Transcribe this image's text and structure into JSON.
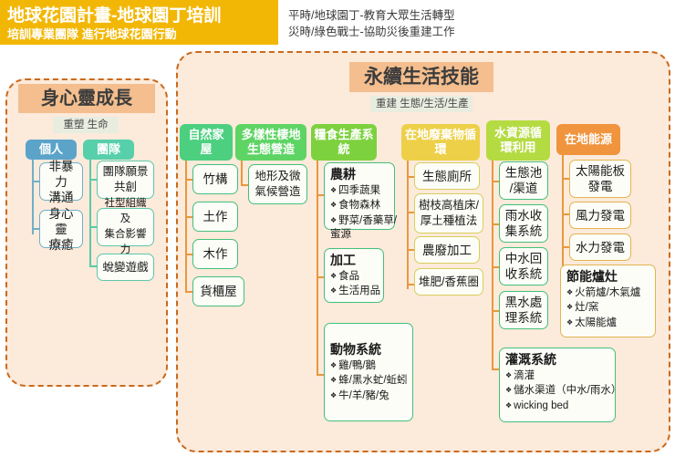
{
  "header": {
    "title": "地球花園計畫-地球園丁培訓",
    "subtitle": "培訓專業團隊 進行地球花園行動",
    "note_line1": "平時/地球園丁-教育大眾生活轉型",
    "note_line2": "災時/綠色戰士-協助災後重建工作",
    "banner_color": "#F2B705"
  },
  "growth": {
    "title": "身心靈成長",
    "subtitle": "重塑 生命",
    "columns": [
      {
        "header": "個人",
        "color": "#5BA3C9",
        "items": [
          "非暴力\n溝通",
          "身心靈\n療癒"
        ],
        "item1_line1": "非暴力",
        "item1_line2": "溝通",
        "item2_line1": "身心靈",
        "item2_line2": "療癒"
      },
      {
        "header": "團隊",
        "color": "#57CFAA",
        "item1_line1": "團隊願景",
        "item1_line2": "共創",
        "item2_line1": "社型組織及",
        "item2_line2": "集合影響力",
        "item3_line1": "蛻變遊戲"
      }
    ]
  },
  "skills": {
    "title": "永續生活技能",
    "subtitle": "重建 生態/生活/生產",
    "columns": [
      {
        "header_line1": "自然家",
        "header_line2": "屋",
        "color": "#4CD080",
        "nodes": [
          {
            "title": "竹構"
          },
          {
            "title": "土作"
          },
          {
            "title": "木作"
          },
          {
            "title": "貨櫃屋"
          }
        ]
      },
      {
        "header_line1": "多樣性棲地",
        "header_line2": "生態營造",
        "color": "#5ED464",
        "nodes": [
          {
            "line1": "地形及微",
            "line2": "氣候營造"
          }
        ]
      },
      {
        "header_line1": "糧食生產系",
        "header_line2": "統",
        "color": "#7DD13F",
        "nodes": [
          {
            "title": "農耕",
            "items": [
              "四季蔬果",
              "食物森林",
              "野菜/香藥草/",
              "蜜源"
            ]
          },
          {
            "title": "加工",
            "items": [
              "食品",
              "生活用品"
            ]
          },
          {
            "title": "動物系統",
            "items": [
              "雞/鴨/鵝",
              "蜂/黑水虻/蚯蚓",
              "牛/羊/豬/兔"
            ]
          }
        ]
      },
      {
        "header_line1": "在地廢棄物循",
        "header_line2": "環",
        "color": "#EDD048",
        "nodes": [
          {
            "title": "生態廁所"
          },
          {
            "line1": "樹枝高植床/",
            "line2": "厚土種植法"
          },
          {
            "title": "農廢加工"
          },
          {
            "title": "堆肥/香蕉圈"
          }
        ]
      },
      {
        "header_line1": "水資源循",
        "header_line2": "環利用",
        "color": "#B5DB42",
        "nodes": [
          {
            "line1": "生態池",
            "line2": "/渠道"
          },
          {
            "line1": "雨水收",
            "line2": "集系統"
          },
          {
            "line1": "中水回",
            "line2": "收系統"
          },
          {
            "line1": "黑水處",
            "line2": "理系統"
          },
          {
            "title": "灌溉系統",
            "items": [
              "滴灌",
              "儲水渠道（中水/雨水）",
              "wicking bed"
            ]
          }
        ]
      },
      {
        "header_line1": "在地能源",
        "header_line2": "",
        "color": "#F0943E",
        "nodes": [
          {
            "line1": "太陽能板",
            "line2": "發電"
          },
          {
            "title": "風力發電"
          },
          {
            "title": "水力發電"
          },
          {
            "title": "節能爐灶",
            "items": [
              "火箭爐/木氣爐",
              "灶/窯",
              "太陽能爐"
            ]
          }
        ]
      }
    ]
  },
  "theme": {
    "panel_bg": "#FCEADB",
    "panel_border": "#C96A1E",
    "title_bg": "#F4BE8E",
    "sub_bg": "#E8EDE0",
    "connector": "#E8983E"
  }
}
